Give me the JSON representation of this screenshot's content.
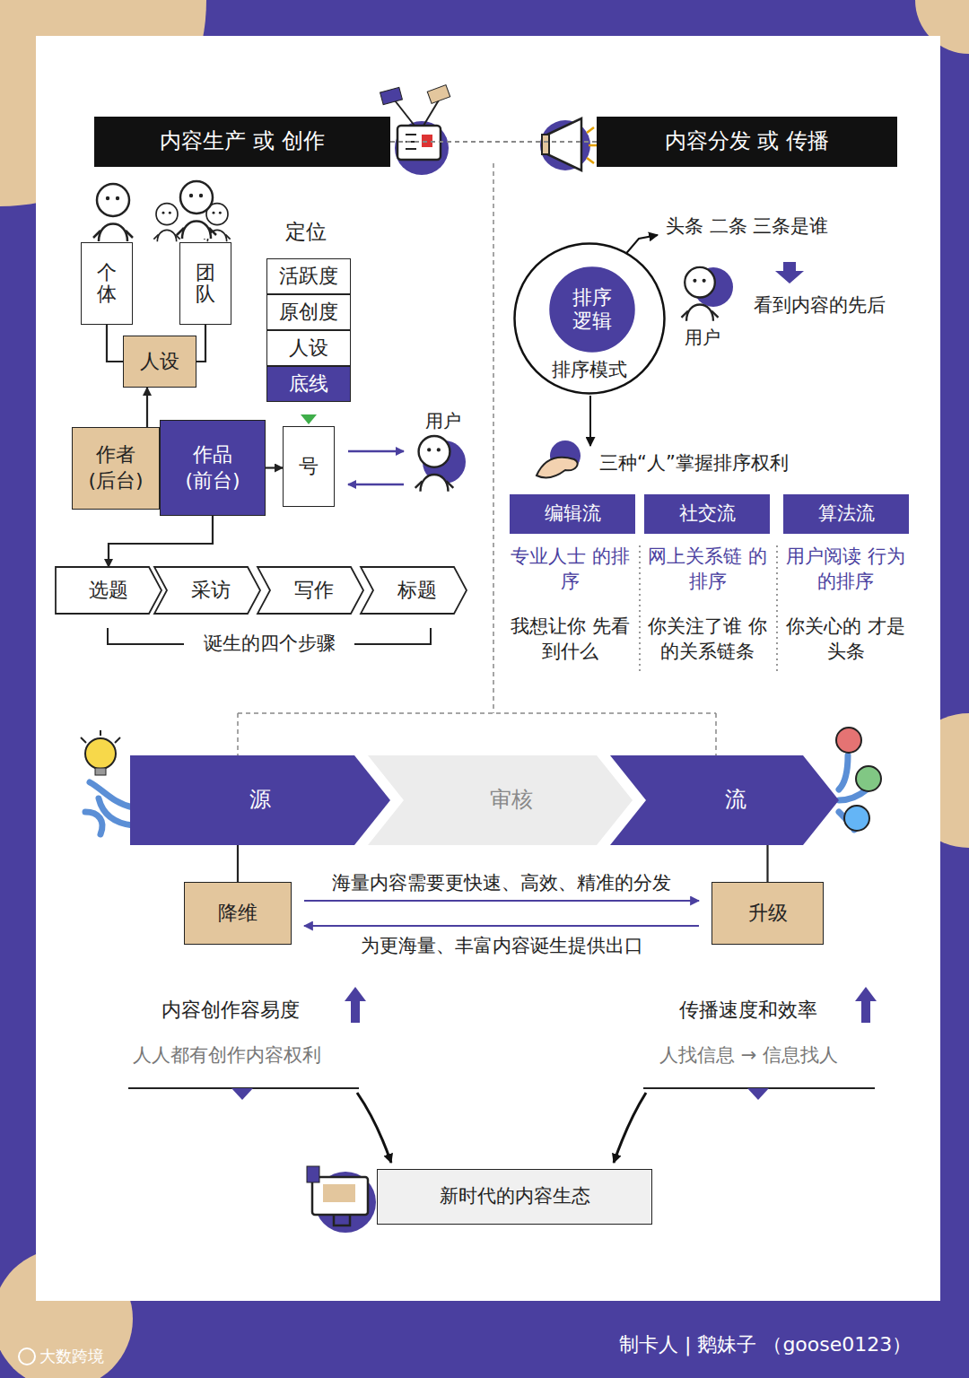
{
  "diagram": {
    "nodes": [
      {
        "text": [
          "内容生产 或 创作"
        ]
      },
      {
        "text": [
          "内容分发 或 传播"
        ]
      },
      {
        "text": [
          "个体"
        ]
      },
      {
        "text": [
          "团队"
        ]
      },
      {
        "text": [
          "人设"
        ]
      },
      {
        "text": [
          "活跃度"
        ]
      },
      {
        "text": [
          "原创度"
        ]
      },
      {
        "text": [
          "人设"
        ]
      },
      {
        "text": [
          "底线"
        ]
      },
      {
        "text": [
          "作者",
          "(后台)"
        ]
      },
      {
        "text": [
          "作品",
          "(前台)"
        ]
      },
      {
        "text": [
          "号"
        ]
      },
      {
        "text": [
          "选题"
        ]
      },
      {
        "text": [
          "采访"
        ]
      },
      {
        "text": [
          "写作"
        ]
      },
      {
        "text": [
          "标题"
        ]
      },
      {
        "text": [
          "排序模式"
        ]
      },
      {
        "text": [
          "排序逻辑"
        ],
        "in": 16
      },
      {
        "text": [
          "编辑流"
        ]
      },
      {
        "text": [
          "社交流"
        ]
      },
      {
        "text": [
          "算法流"
        ]
      },
      {
        "text": [
          "源"
        ]
      },
      {
        "text": [
          "审核"
        ]
      },
      {
        "text": [
          "流"
        ]
      },
      {
        "text": [
          "降维"
        ]
      },
      {
        "text": [
          "升级"
        ]
      },
      {
        "text": [
          "新时代的内容生态"
        ]
      }
    ],
    "edges": [
      {
        "from": 0,
        "to": 1,
        "arrow": "none"
      },
      {
        "from": 2,
        "to": 4,
        "arrow": "none"
      },
      {
        "from": 3,
        "to": 4,
        "arrow": "none"
      },
      {
        "from": 9,
        "to": 4,
        "arrow": "to"
      },
      {
        "from": 10,
        "to": 11,
        "arrow": "to"
      },
      {
        "from": 10,
        "to": 12,
        "arrow": "to"
      },
      {
        "from": 21,
        "to": 24,
        "arrow": "none"
      },
      {
        "from": 23,
        "to": 25,
        "arrow": "none"
      },
      {
        "from": 24,
        "to": 25,
        "arrow": "to",
        "label": "海量内容需要更快速、高效、精准的分发"
      },
      {
        "from": 25,
        "to": 24,
        "arrow": "to",
        "label": "为更海量、丰富内容诞生提供出口"
      }
    ],
    "labels": [
      "定位",
      "用户",
      "诞生的四个步骤",
      "头条 二条 三条是谁",
      "用户",
      "看到内容的先后",
      "三种“人”掌握排序权利",
      "专业人士 的排序",
      "网上关系链 的排序",
      "用户阅读 行为的排序",
      "我想让你 先看到什么",
      "你关注了谁 你的关系链条",
      "你关心的 才是头条",
      "内容创作容易度",
      "人人都有创作内容权利",
      "传播速度和效率",
      "人找信息 → 信息找人",
      "制卡人 | 鹅妹子 （goose0123）",
      "大数跨境"
    ]
  }
}
